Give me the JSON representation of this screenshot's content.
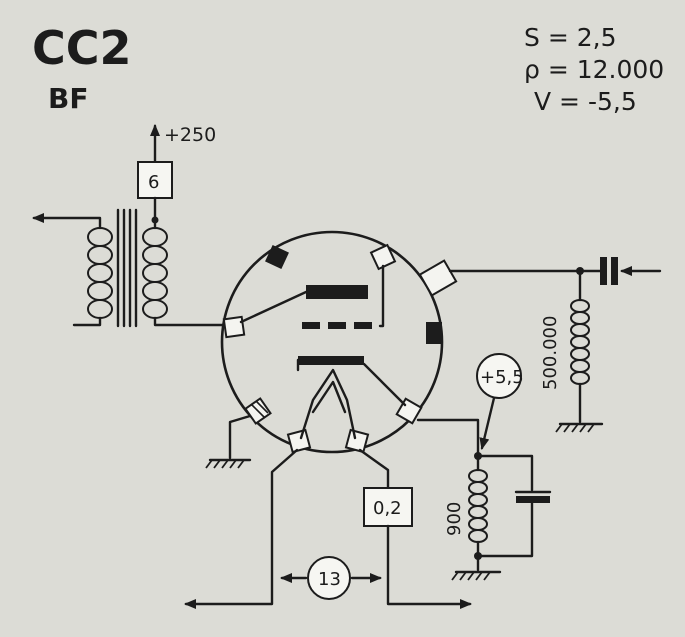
{
  "header": {
    "tube": "CC2",
    "type": "BF"
  },
  "params": {
    "s": "S = 2,5",
    "rho": "ρ = 12.000",
    "v": "V = -5,5"
  },
  "supply": "+250",
  "anode_resistor": "6",
  "filament_resistor": "0,2",
  "filament_voltage": "13",
  "grid_resistor": "500.000",
  "cathode_resistor": "900",
  "cathode_voltage": "+5,5"
}
